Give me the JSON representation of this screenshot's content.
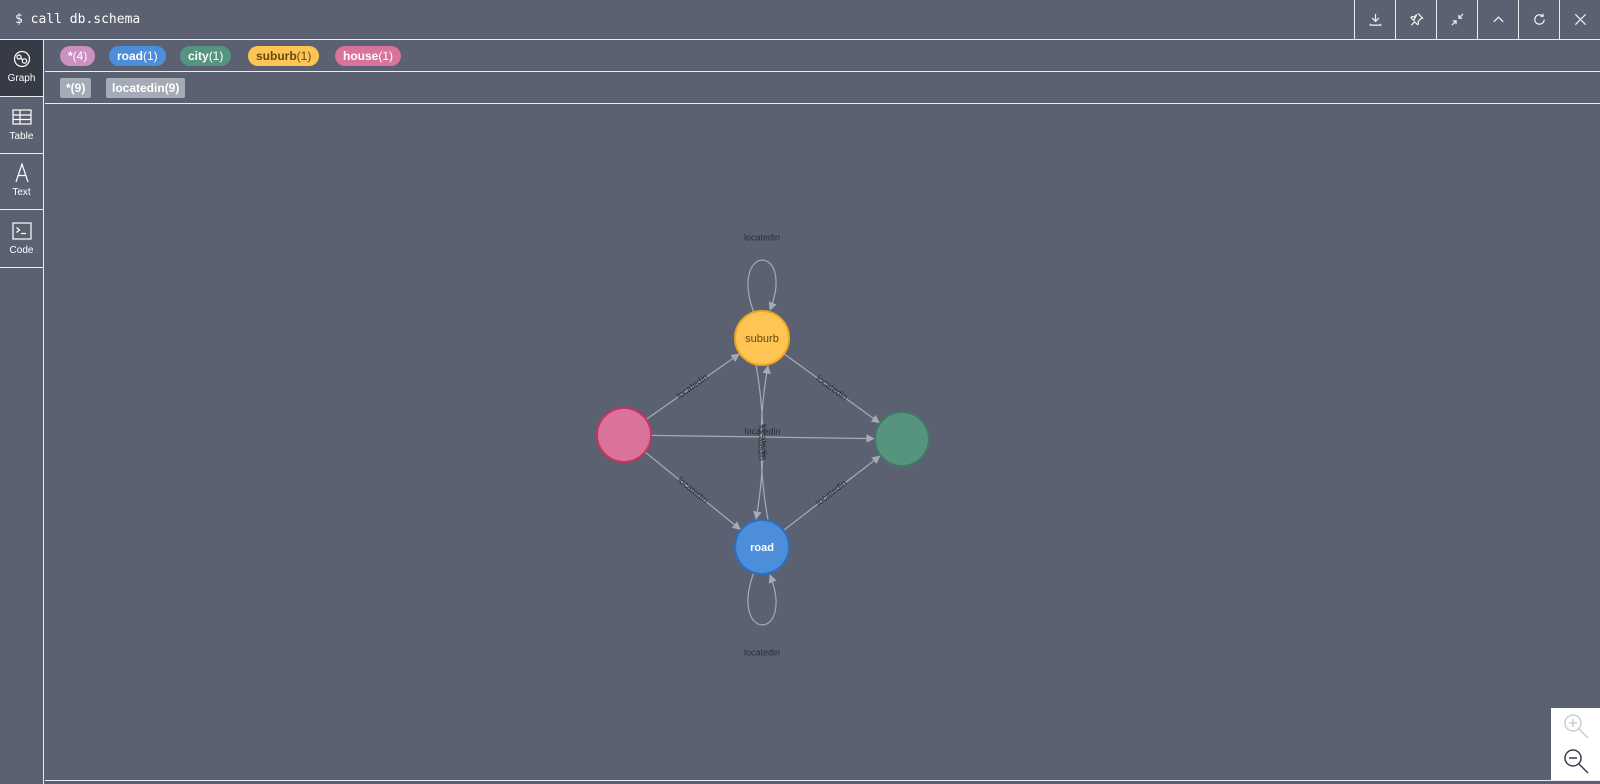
{
  "header": {
    "command": "$ call db.schema",
    "tools": [
      {
        "icon": "download-icon"
      },
      {
        "icon": "pin-icon"
      },
      {
        "icon": "collapse-icon"
      },
      {
        "icon": "chevron-up-icon"
      },
      {
        "icon": "refresh-icon"
      },
      {
        "icon": "close-icon"
      }
    ]
  },
  "sidebar": {
    "items": [
      {
        "label": "Graph",
        "icon": "graph-icon",
        "active": true
      },
      {
        "label": "Table",
        "icon": "table-icon",
        "active": false
      },
      {
        "label": "Text",
        "icon": "text-icon",
        "active": false
      },
      {
        "label": "Code",
        "icon": "code-icon",
        "active": false
      }
    ]
  },
  "node_labels": [
    {
      "name": "*",
      "count": "(4)",
      "color": "#c990c0",
      "text_color": "#ffffff"
    },
    {
      "name": "road",
      "count": "(1)",
      "color": "#4c8eda",
      "text_color": "#ffffff"
    },
    {
      "name": "city",
      "count": "(1)",
      "color": "#569480",
      "text_color": "#ffffff"
    },
    {
      "name": "suburb",
      "count": "(1)",
      "color": "#ffc454",
      "text_color": "#604a0e"
    },
    {
      "name": "house",
      "count": "(1)",
      "color": "#d9739b",
      "text_color": "#ffffff"
    }
  ],
  "relationship_types": [
    {
      "name": "*",
      "count": "(9)"
    },
    {
      "name": "locatedin",
      "count": "(9)"
    }
  ],
  "graph": {
    "nodes": [
      {
        "id": "suburb",
        "caption": "suburb",
        "color": "#ffc454",
        "border": "#eda720",
        "text_color": "#604a0e"
      },
      {
        "id": "road",
        "caption": "road",
        "color": "#4c8eda",
        "border": "#2870c2",
        "text_color": "#ffffff"
      },
      {
        "id": "house",
        "caption": "",
        "color": "#d9739b",
        "border": "#c6345f",
        "text_color": "#ffffff"
      },
      {
        "id": "city",
        "caption": "",
        "color": "#569480",
        "border": "#447666",
        "text_color": "#ffffff"
      }
    ],
    "relationships": [
      {
        "from": "suburb",
        "to": "suburb",
        "type": "locatedin"
      },
      {
        "from": "road",
        "to": "road",
        "type": "locatedin"
      },
      {
        "from": "house",
        "to": "suburb",
        "type": "locatedin"
      },
      {
        "from": "house",
        "to": "road",
        "type": "locatedin"
      },
      {
        "from": "house",
        "to": "city",
        "type": "locatedin"
      },
      {
        "from": "suburb",
        "to": "city",
        "type": "locatedin"
      },
      {
        "from": "road",
        "to": "city",
        "type": "locatedin"
      },
      {
        "from": "suburb",
        "to": "road",
        "type": "locatedin"
      },
      {
        "from": "road",
        "to": "suburb",
        "type": "locatedin"
      }
    ],
    "relationship_color": "#a5abb6",
    "background": "#5b6170"
  },
  "zoom": {
    "in_icon": "zoom-in-icon",
    "out_icon": "zoom-out-icon"
  }
}
